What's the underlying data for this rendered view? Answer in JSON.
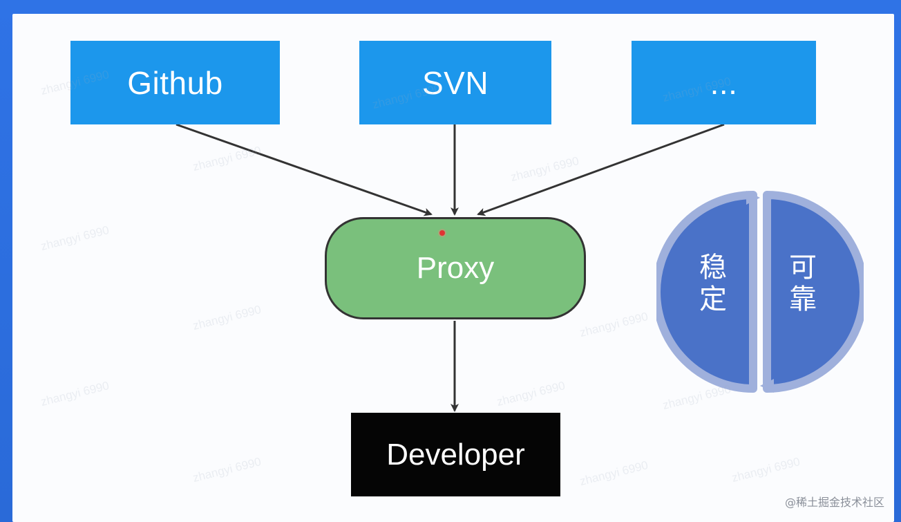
{
  "nodes": {
    "github": "Github",
    "svn": "SVN",
    "more": "...",
    "proxy": "Proxy",
    "developer": "Developer"
  },
  "cycle": {
    "left_text": "稳\n定",
    "right_text": "可\n靠"
  },
  "watermark": "zhangyi 6990",
  "credit": "@稀土掘金技术社区",
  "colors": {
    "source_box": "#1c97ec",
    "proxy_box": "#7ac07c",
    "developer_box": "#050505",
    "cycle_fill": "#4a72c8",
    "cycle_ring": "#9fb0dc",
    "frame": "#2d6fe0"
  }
}
